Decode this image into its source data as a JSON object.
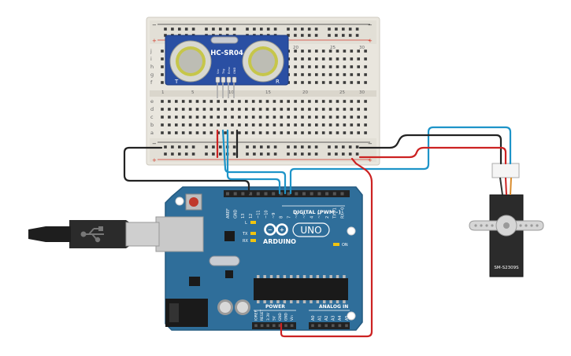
{
  "sensor": {
    "model": "HC-SR04",
    "left_mark": "T",
    "right_mark": "R",
    "pins": [
      "Vcc",
      "Trig",
      "Echo",
      "GND"
    ]
  },
  "breadboard": {
    "top_rows": [
      "j",
      "i",
      "h",
      "g",
      "f"
    ],
    "bottom_rows": [
      "e",
      "d",
      "c",
      "b",
      "a"
    ],
    "columns": [
      "1",
      "5",
      "10",
      "15",
      "20",
      "25",
      "30"
    ],
    "top_columns": [
      "20",
      "25",
      "30"
    ]
  },
  "arduino": {
    "brand": "ARDUINO",
    "model": "UNO",
    "digital_label": "DIGITAL (PWM~)",
    "top_pins": [
      "AREF",
      "GND",
      "13",
      "12",
      "~11",
      "~10",
      "~9",
      "8",
      "7",
      "~6",
      "~5",
      "4",
      "~3",
      "2",
      "TX→1",
      "RX←0"
    ],
    "power_label": "POWER",
    "analog_label": "ANALOG IN",
    "power_pins": [
      "IOREF",
      "RESET",
      "3.3V",
      "5V",
      "GND",
      "GND",
      "Vin"
    ],
    "analog_pins": [
      "A0",
      "A1",
      "A2",
      "A3",
      "A4",
      "A5"
    ],
    "on_label": "ON",
    "led_labels": [
      "L",
      "TX",
      "RX"
    ]
  },
  "servo": {
    "model": "SM-S2309S"
  },
  "colors": {
    "board": "#2f6e9a",
    "wire_red": "#cc2222",
    "wire_blue": "#1e94c8",
    "wire_black": "#222222",
    "breadboard": "#e9e6de"
  }
}
